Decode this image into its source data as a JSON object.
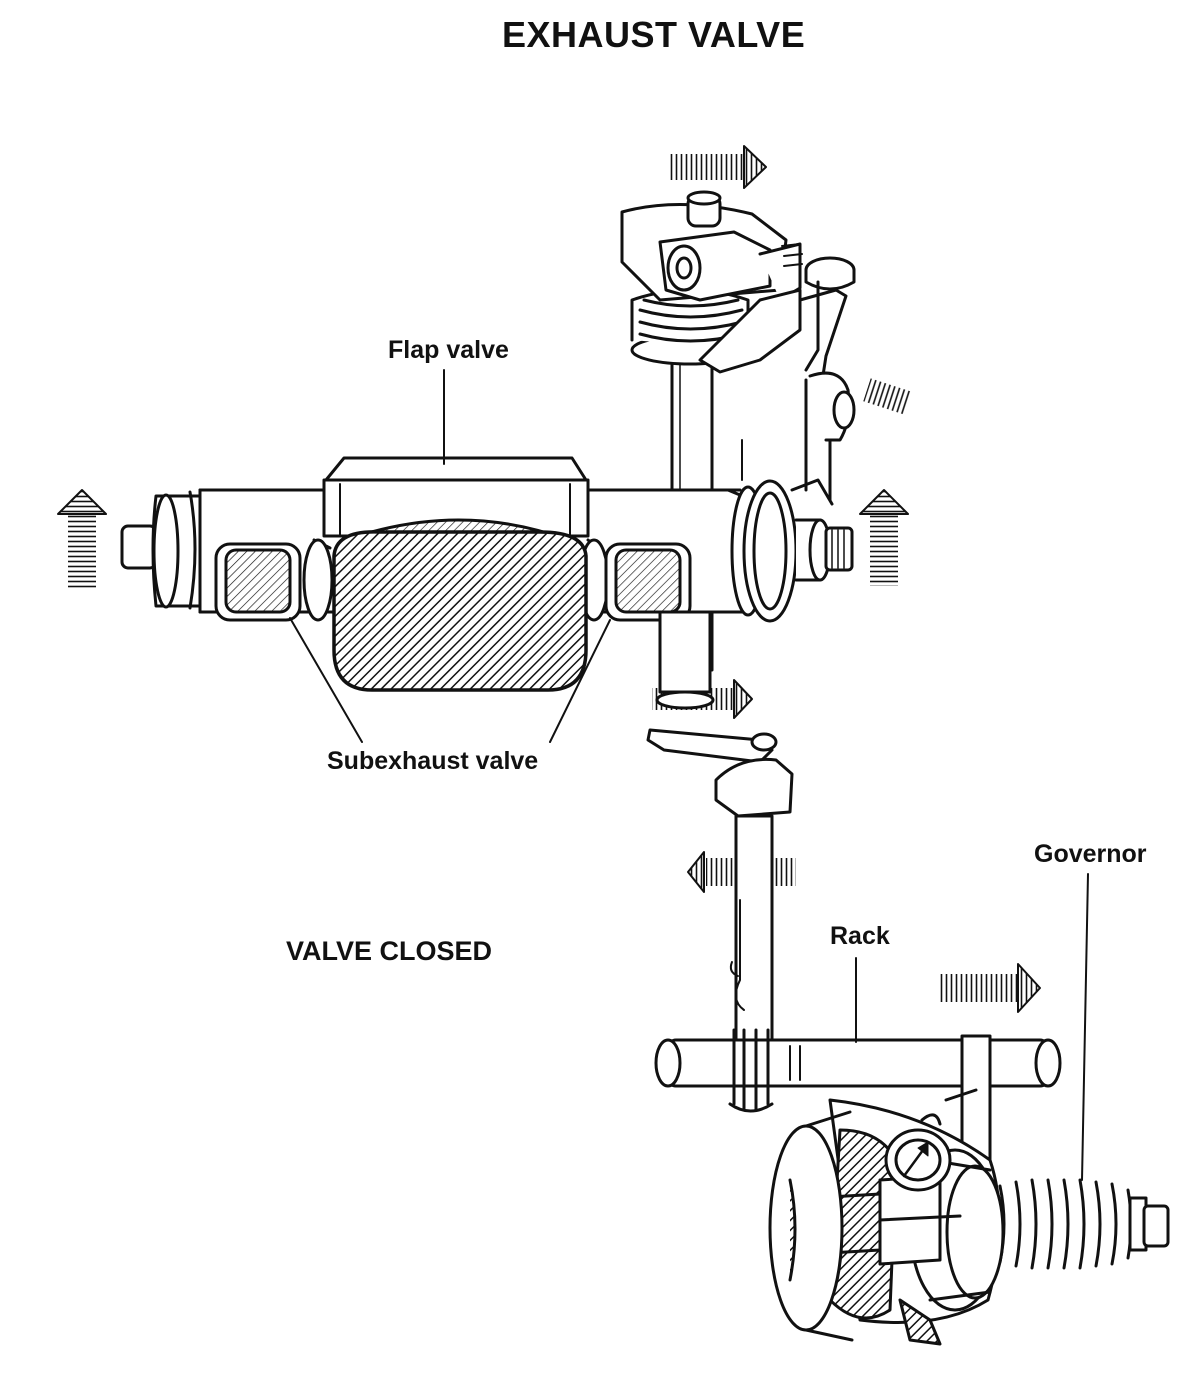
{
  "title": "EXHAUST VALVE",
  "labels": {
    "flap_valve": "Flap valve",
    "subexhaust_valve": "Subexhaust valve",
    "valve_closed": "VALVE CLOSED",
    "rack": "Rack",
    "governor": "Governor"
  },
  "colors": {
    "ink": "#111111",
    "background": "#ffffff"
  }
}
